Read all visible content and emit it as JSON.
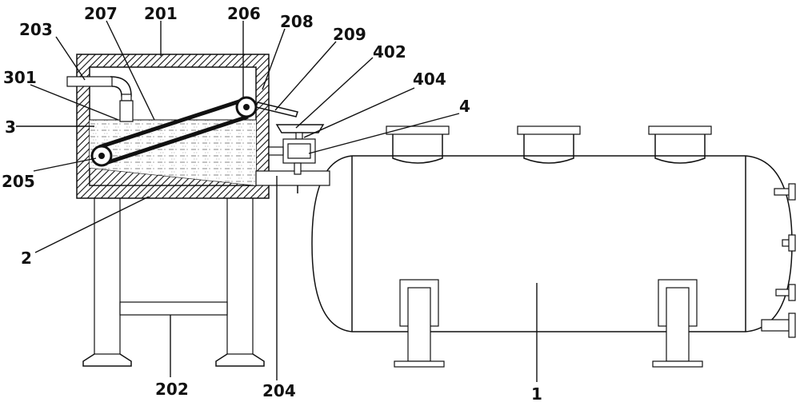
{
  "labels": {
    "l203": "203",
    "l207": "207",
    "l201": "201",
    "l206": "206",
    "l208": "208",
    "l209": "209",
    "l402": "402",
    "l404": "404",
    "l301": "301",
    "l3": "3",
    "l4": "4",
    "l205": "205",
    "l2": "2",
    "l202": "202",
    "l204": "204",
    "l1": "1"
  }
}
